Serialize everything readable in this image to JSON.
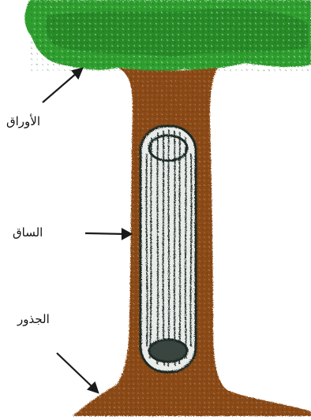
{
  "labels": {
    "leaves": "الأوراق",
    "trunk": "الساق",
    "roots": "الجذور"
  },
  "colors": {
    "foliage": "#2e9e2e",
    "foliage_dark": "#1f7a22",
    "bark": "#8a4a12",
    "bark_dark": "#5e300a",
    "wood_light": "#e9ece8",
    "wood_grain": "#1f2a26",
    "arrow": "#1a1a1a"
  }
}
